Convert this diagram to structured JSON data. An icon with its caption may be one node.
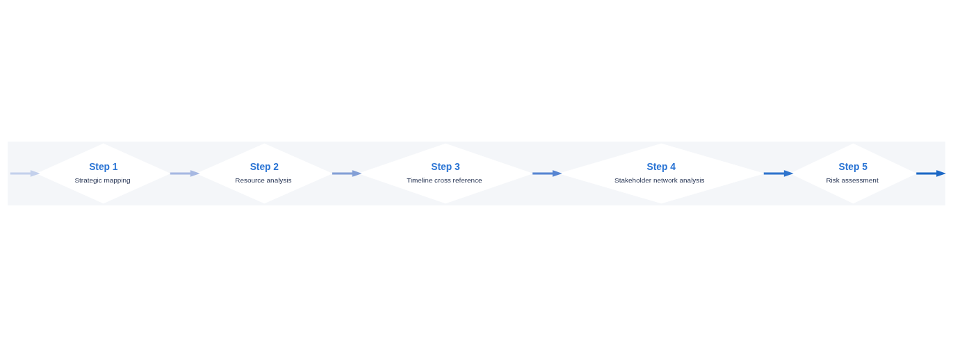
{
  "diagram": {
    "nodes": [
      {
        "text": [
          "Step 1",
          "Strategic mapping"
        ]
      },
      {
        "text": [
          "Step 2",
          "Resource analysis"
        ]
      },
      {
        "text": [
          "Step 3",
          "Timeline cross reference"
        ]
      },
      {
        "text": [
          "Step 4",
          "Stakeholder network analysis"
        ]
      },
      {
        "text": [
          "Step 5",
          "Risk assessment"
        ]
      }
    ],
    "edges": [
      {
        "from": null,
        "to": 0,
        "arrow": "to",
        "color": "#c3d0ec"
      },
      {
        "from": 0,
        "to": 1,
        "arrow": "to",
        "color": "#a6b8e2"
      },
      {
        "from": 1,
        "to": 2,
        "arrow": "to",
        "color": "#839fd6"
      },
      {
        "from": 2,
        "to": 3,
        "arrow": "to",
        "color": "#5685d2"
      },
      {
        "from": 3,
        "to": 4,
        "arrow": "to",
        "color": "#2f74cd"
      },
      {
        "from": 4,
        "to": null,
        "arrow": "to",
        "color": "#1c68c6"
      }
    ]
  }
}
